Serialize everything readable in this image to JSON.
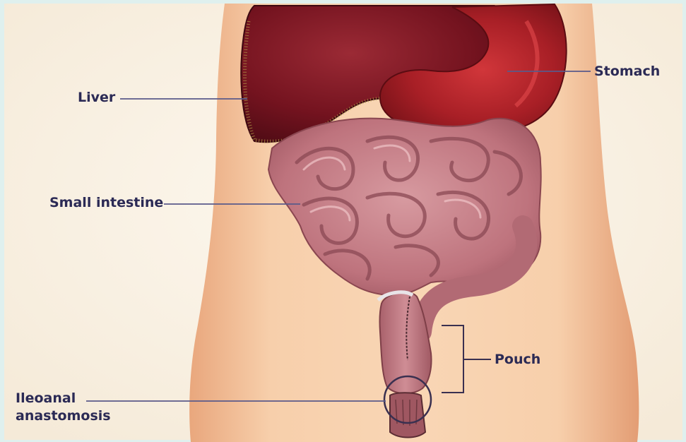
{
  "labels": {
    "stomach": "Stomach",
    "liver": "Liver",
    "small_intestine": "Small intestine",
    "pouch": "Pouch",
    "ileoanal_line1": "Ileoanal",
    "ileoanal_line2": "anastomosis"
  },
  "colors": {
    "background": "#fbf4e9",
    "skin": "#f4c7a0",
    "liver": "#7a1420",
    "stomach": "#9a1d24",
    "intestine": "#c67c85",
    "label_text": "#2b2a55",
    "leader_line": "#5a5a8a"
  }
}
